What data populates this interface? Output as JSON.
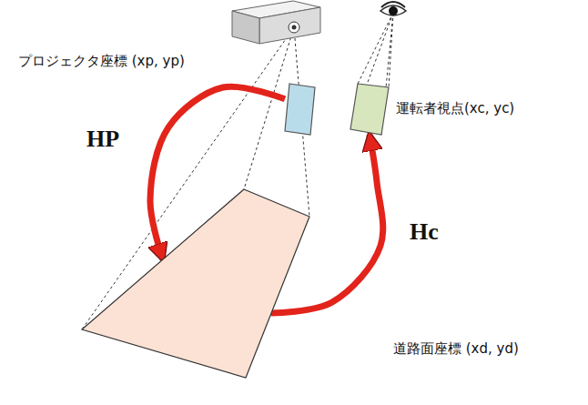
{
  "diagram": {
    "nodes": [
      {
        "text": [
          "プロジェクタ座標 (xp, yp)"
        ]
      },
      {
        "text": [
          "運転者視点(xc, yc)"
        ]
      },
      {
        "text": [
          "道路面座標 (xd, yd)"
        ]
      }
    ],
    "edges": [
      {
        "from": 0,
        "to": 2,
        "label": "HP",
        "arrow": "to"
      },
      {
        "from": 2,
        "to": 1,
        "label": "Hc",
        "arrow": "to"
      }
    ]
  }
}
